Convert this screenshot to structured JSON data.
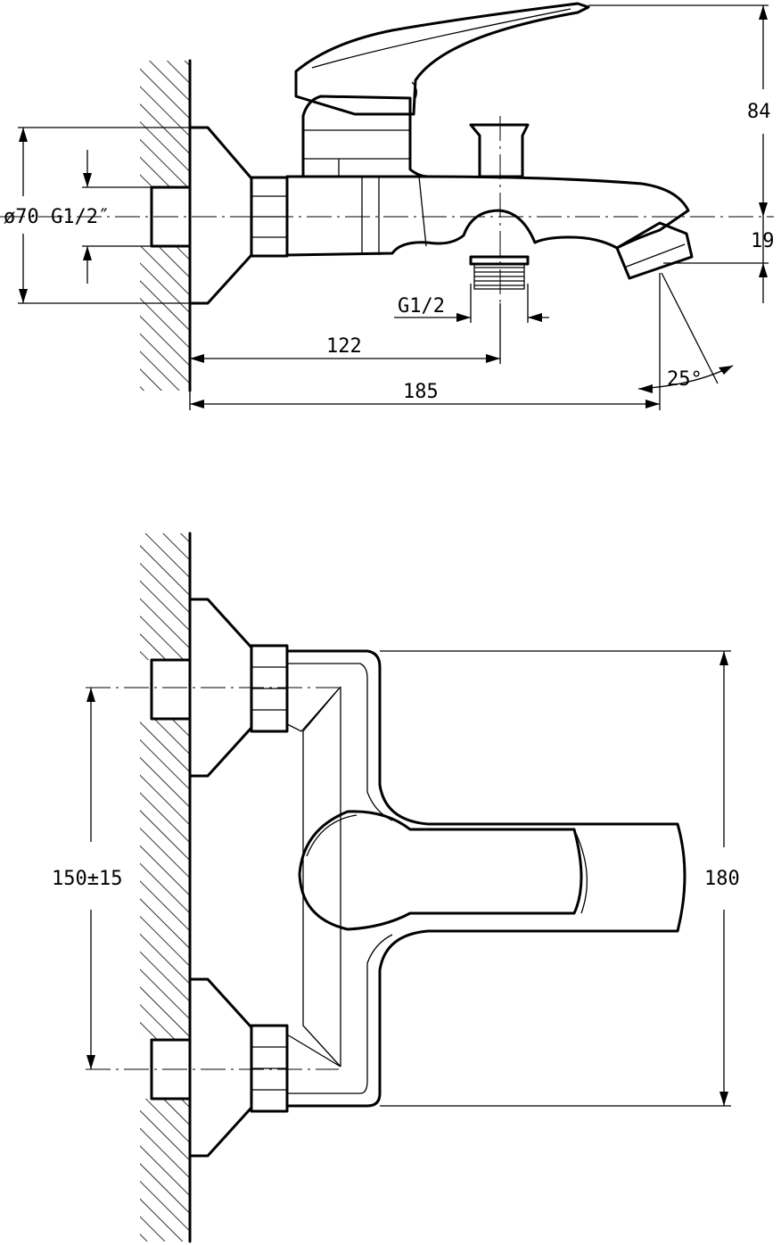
{
  "side_view": {
    "dims": {
      "height_top": "84",
      "height_outlet": "19",
      "diameter_thread": "ø70 G1/2″",
      "outlet_thread": "G1/2",
      "spout_outlet_offset": "122",
      "spout_length": "185",
      "spout_angle": "25°"
    }
  },
  "front_view": {
    "dims": {
      "center_distance": "150±15",
      "overall_width": "180"
    }
  }
}
